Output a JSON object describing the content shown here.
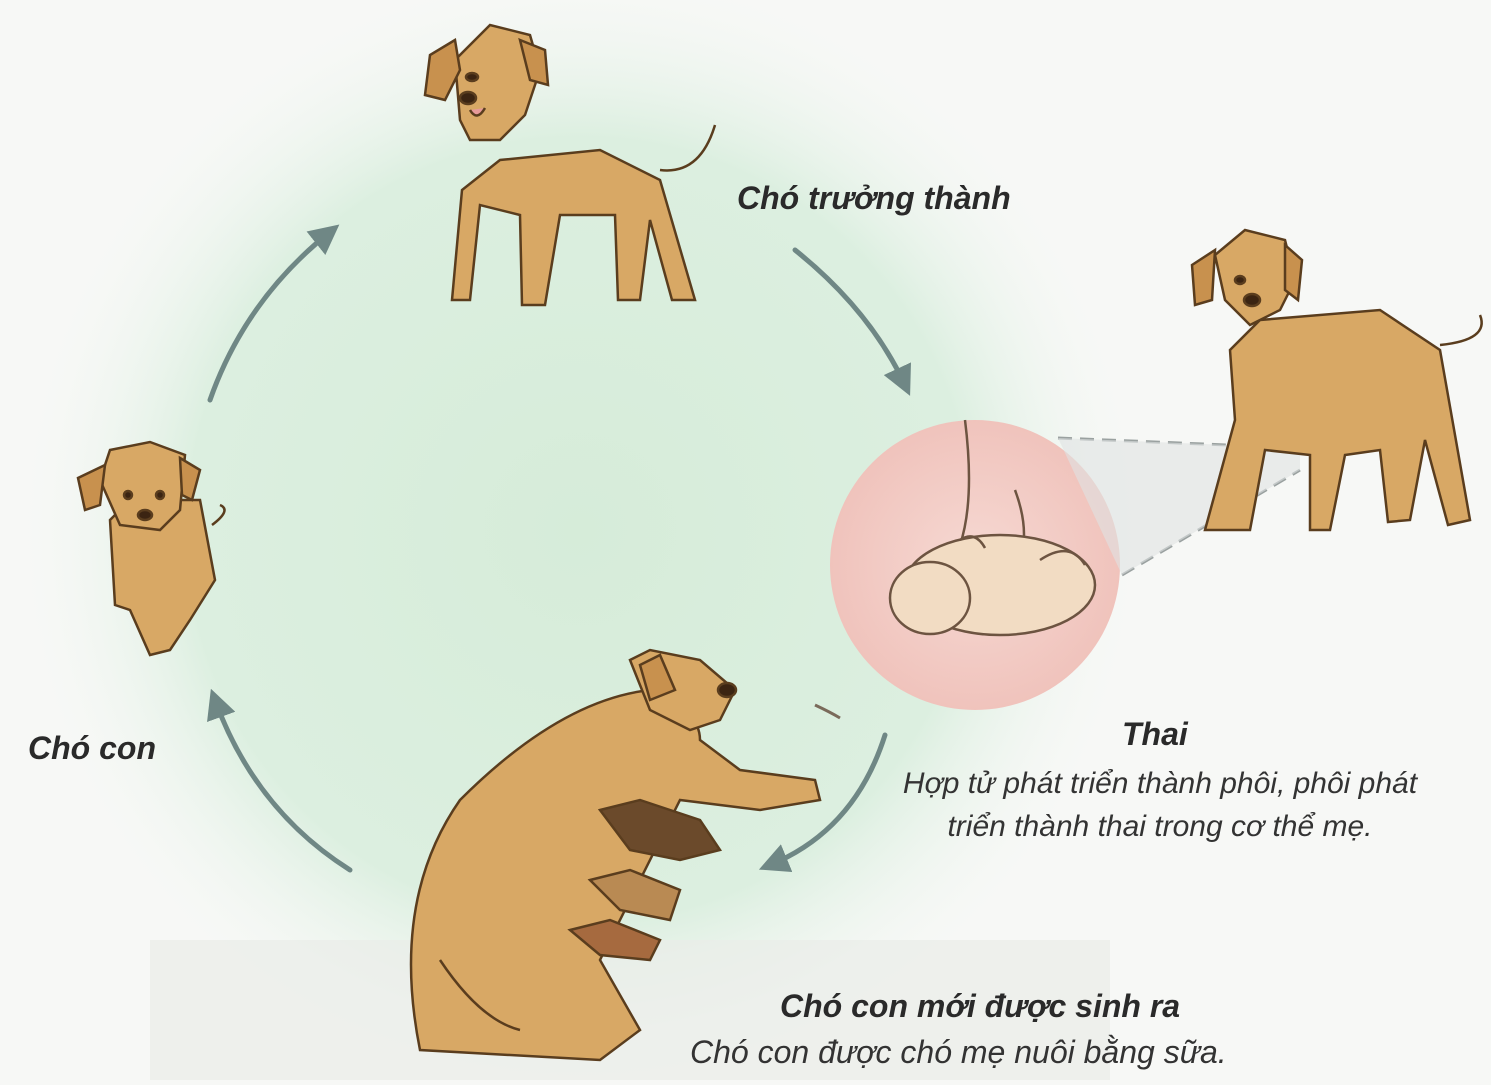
{
  "stages": {
    "adult": {
      "title": "Chó trưởng thành"
    },
    "fetus": {
      "title": "Thai",
      "description": "Hợp tử phát triển thành phôi, phôi phát triển thành thai trong cơ thể mẹ."
    },
    "newborn": {
      "title": "Chó con mới được sinh ra",
      "description": "Chó con được chó mẹ nuôi bằng sữa."
    },
    "puppy": {
      "title": "Chó con"
    }
  },
  "colors": {
    "background": "#f7f8f6",
    "cycle_circle": "#dcefe0",
    "fetus_circle": "#f4cdc7",
    "dog_fur": "#d8a865",
    "dog_fur_light": "#e9c48a",
    "outline": "#5a3d1e",
    "arrow": "#6f8785"
  },
  "icons": [
    "adult-dog-icon",
    "pregnant-dog-icon",
    "fetus-icon",
    "nursing-dog-icon",
    "puppy-icon",
    "cycle-arrow-icon"
  ]
}
